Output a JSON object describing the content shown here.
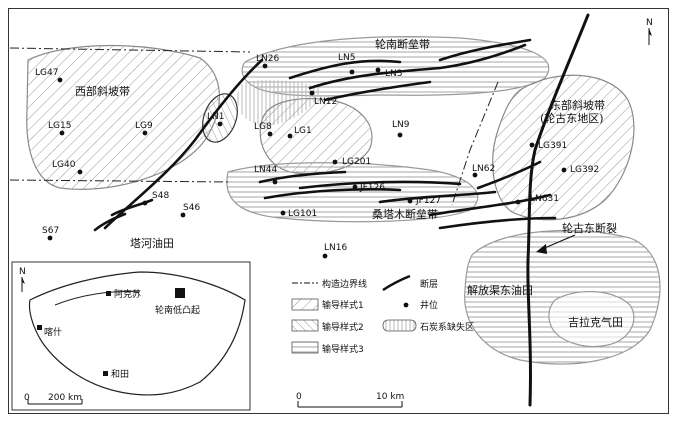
{
  "regions": {
    "lunnan_fault_zone": "轮南断垒带",
    "west_slope": "西部斜坡带",
    "east_slope_line1": "东部斜坡带",
    "east_slope_line2": "(轮古东地区)",
    "sangtamu_fault_zone": "桑塔木断垒带",
    "tahe_oilfield": "塔河油田",
    "lungudong_fault": "轮古东断裂",
    "jiefangqudong_oilfield": "解放渠东油田",
    "jilake_gasfield": "吉拉克气田"
  },
  "wells": {
    "LG47": "LG47",
    "LG15": "LG15",
    "LG9": "LG9",
    "LG40": "LG40",
    "LN26": "LN26",
    "LN5": "LN5",
    "LN3": "LN3",
    "LN12": "LN12",
    "LN1": "LN1",
    "LG8": "LG8",
    "LG1": "LG1",
    "LN9": "LN9",
    "LG201": "LG201",
    "LN44": "LN44",
    "JF126": "JF126",
    "JF127": "JF127",
    "LG101": "LG101",
    "LN62": "LN62",
    "LG391": "LG391",
    "LG392": "LG392",
    "LN631": "LN631",
    "S48": "S48",
    "S46": "S46",
    "S67": "S67",
    "LN16": "LN16"
  },
  "north_label": "N",
  "inset": {
    "north_label": "N",
    "akesu": "阿克苏",
    "kashi": "喀什",
    "hetian": "和田",
    "lunnan_uplift": "轮南低凸起",
    "scale_zero": "0",
    "scale_value": "200 km"
  },
  "legend": {
    "tectonic_boundary": "构造边界线",
    "fault": "断层",
    "pattern1": "输导样式1",
    "well": "井位",
    "pattern2": "输导样式2",
    "carboniferous_missing": "石炭系缺失区",
    "pattern3": "输导样式3"
  },
  "scale": {
    "zero": "0",
    "value": "10 km"
  }
}
